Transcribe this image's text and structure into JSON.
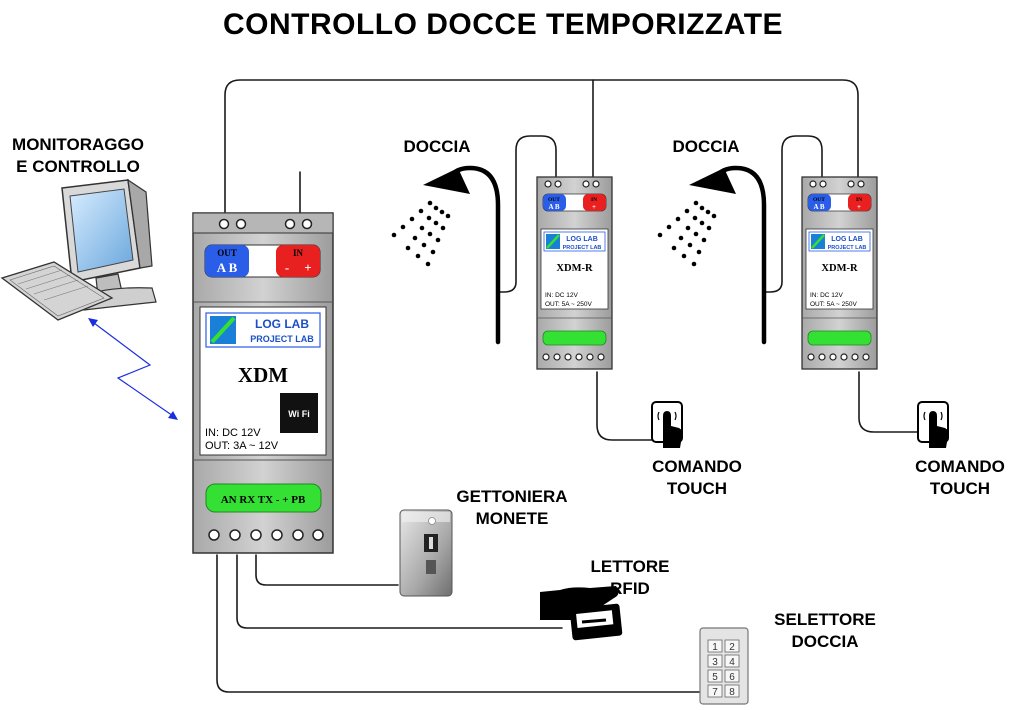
{
  "title": "CONTROLLO DOCCE TEMPORIZZATE",
  "monitor": {
    "line1": "MONITORAGGO",
    "line2": "E CONTROLLO"
  },
  "xdm": {
    "out": "OUT",
    "ab": "A  B",
    "in": "IN",
    "minus": "-",
    "plus": "+",
    "logo_top": "LOG LAB",
    "logo_bottom": "PROJECT LAB",
    "name": "XDM",
    "wifi": "Wi Fi",
    "spec_in": "IN: DC 12V",
    "spec_out": "OUT: 3A ~ 12V",
    "terminals": "AN  RX  TX  -  +  PB"
  },
  "modules": [
    {
      "out": "OUT",
      "ab": "A B",
      "in": "IN",
      "pm": "+",
      "logo_top": "LOG LAB",
      "logo_bottom": "PROJECT LAB",
      "name": "XDM-R",
      "spec_in": "IN: DC 12V",
      "spec_out": "OUT: 5A ~ 250V"
    },
    {
      "out": "OUT",
      "ab": "A B",
      "in": "IN",
      "pm": "+",
      "logo_top": "LOG LAB",
      "logo_bottom": "PROJECT LAB",
      "name": "XDM-R",
      "spec_in": "IN: DC 12V",
      "spec_out": "OUT: 5A ~ 250V"
    }
  ],
  "showers": [
    {
      "label": "DOCCIA"
    },
    {
      "label": "DOCCIA"
    }
  ],
  "touch": [
    {
      "line1": "COMANDO",
      "line2": "TOUCH"
    },
    {
      "line1": "COMANDO",
      "line2": "TOUCH"
    }
  ],
  "coin": {
    "line1": "GETTONIERA",
    "line2": "MONETE"
  },
  "rfid": {
    "line1": "LETTORE",
    "line2": "RFID"
  },
  "selector": {
    "line1": "SELETTORE",
    "line2": "DOCCIA",
    "keys": [
      "1",
      "2",
      "3",
      "4",
      "5",
      "6",
      "7",
      "8"
    ]
  },
  "colors": {
    "module_body": "#c8c8c8",
    "green": "#33e033",
    "blue": "#2a5ee8",
    "red": "#e82020",
    "wifi_link": "#1a2ee0"
  }
}
